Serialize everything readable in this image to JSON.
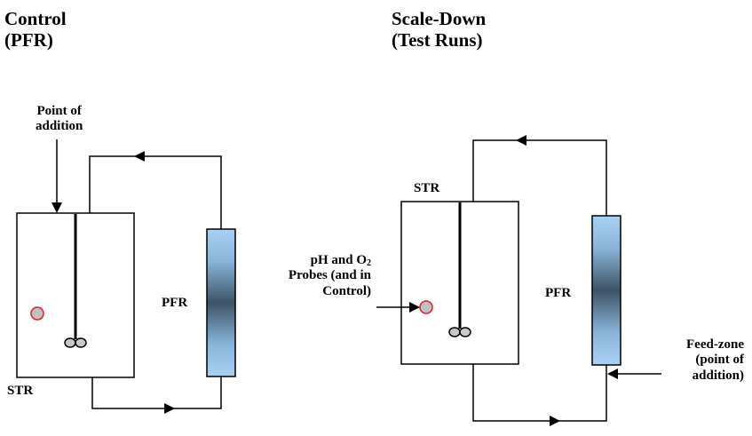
{
  "control": {
    "title_line1": "Control",
    "title_line2": "(PFR)",
    "addition_line1": "Point of",
    "addition_line2": "addition",
    "pfr_label": "PFR",
    "str_label": "STR"
  },
  "scale_down": {
    "title_line1": "Scale-Down",
    "title_line2": "(Test Runs)",
    "str_label": "STR",
    "pfr_label": "PFR",
    "probes_line1_prefix": "pH and O",
    "probes_line1_sub": "2",
    "probes_line2": "Probes (and in",
    "probes_line3": "Control)",
    "feed_line1": "Feed-zone",
    "feed_line2": "(point of",
    "feed_line3": "addition)"
  },
  "colors": {
    "line": "#000000",
    "pfr_edge": "#9ecbf0",
    "pfr_center": "#3d5366",
    "probe_fill": "#c0c0c0",
    "probe_outline": "#e02020"
  }
}
